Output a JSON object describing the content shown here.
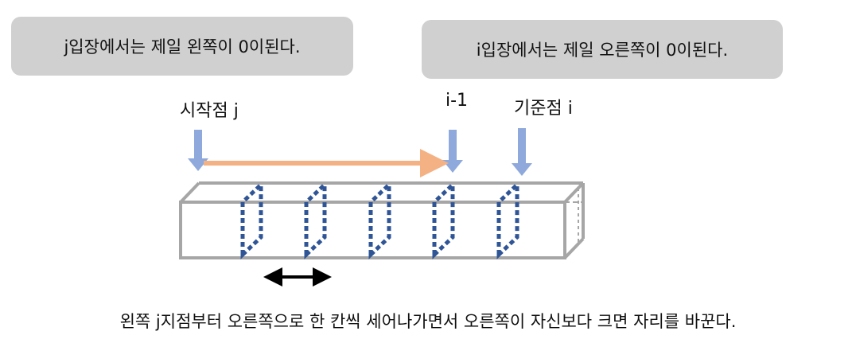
{
  "callouts": {
    "j_entry": "j입장에서는 제일 왼쪽이 0이된다.",
    "i_entry": "i입장에서는 제일 오른쪽이 0이된다."
  },
  "labels": {
    "start_point": "시작점 j",
    "i_minus_1": "i-1",
    "reference_point": "기준점 i"
  },
  "caption": "왼쪽 j지점부터 오른쪽으로 한 칸씩 세어나가면서 오른쪽이 자신보다 크면 자리를 바꾼다.",
  "colors": {
    "callout_bg": "#d0d0d0",
    "down_arrow": "#8fa9dc",
    "scan_arrow": "#f4b183",
    "box_outline": "#a6a6a6",
    "divider": "#2f5597",
    "swap_arrow": "#000000"
  },
  "icons": {
    "down_arrow": "down-arrow-icon",
    "scan_arrow": "right-arrow-icon",
    "swap_arrow": "double-headed-arrow-icon"
  }
}
